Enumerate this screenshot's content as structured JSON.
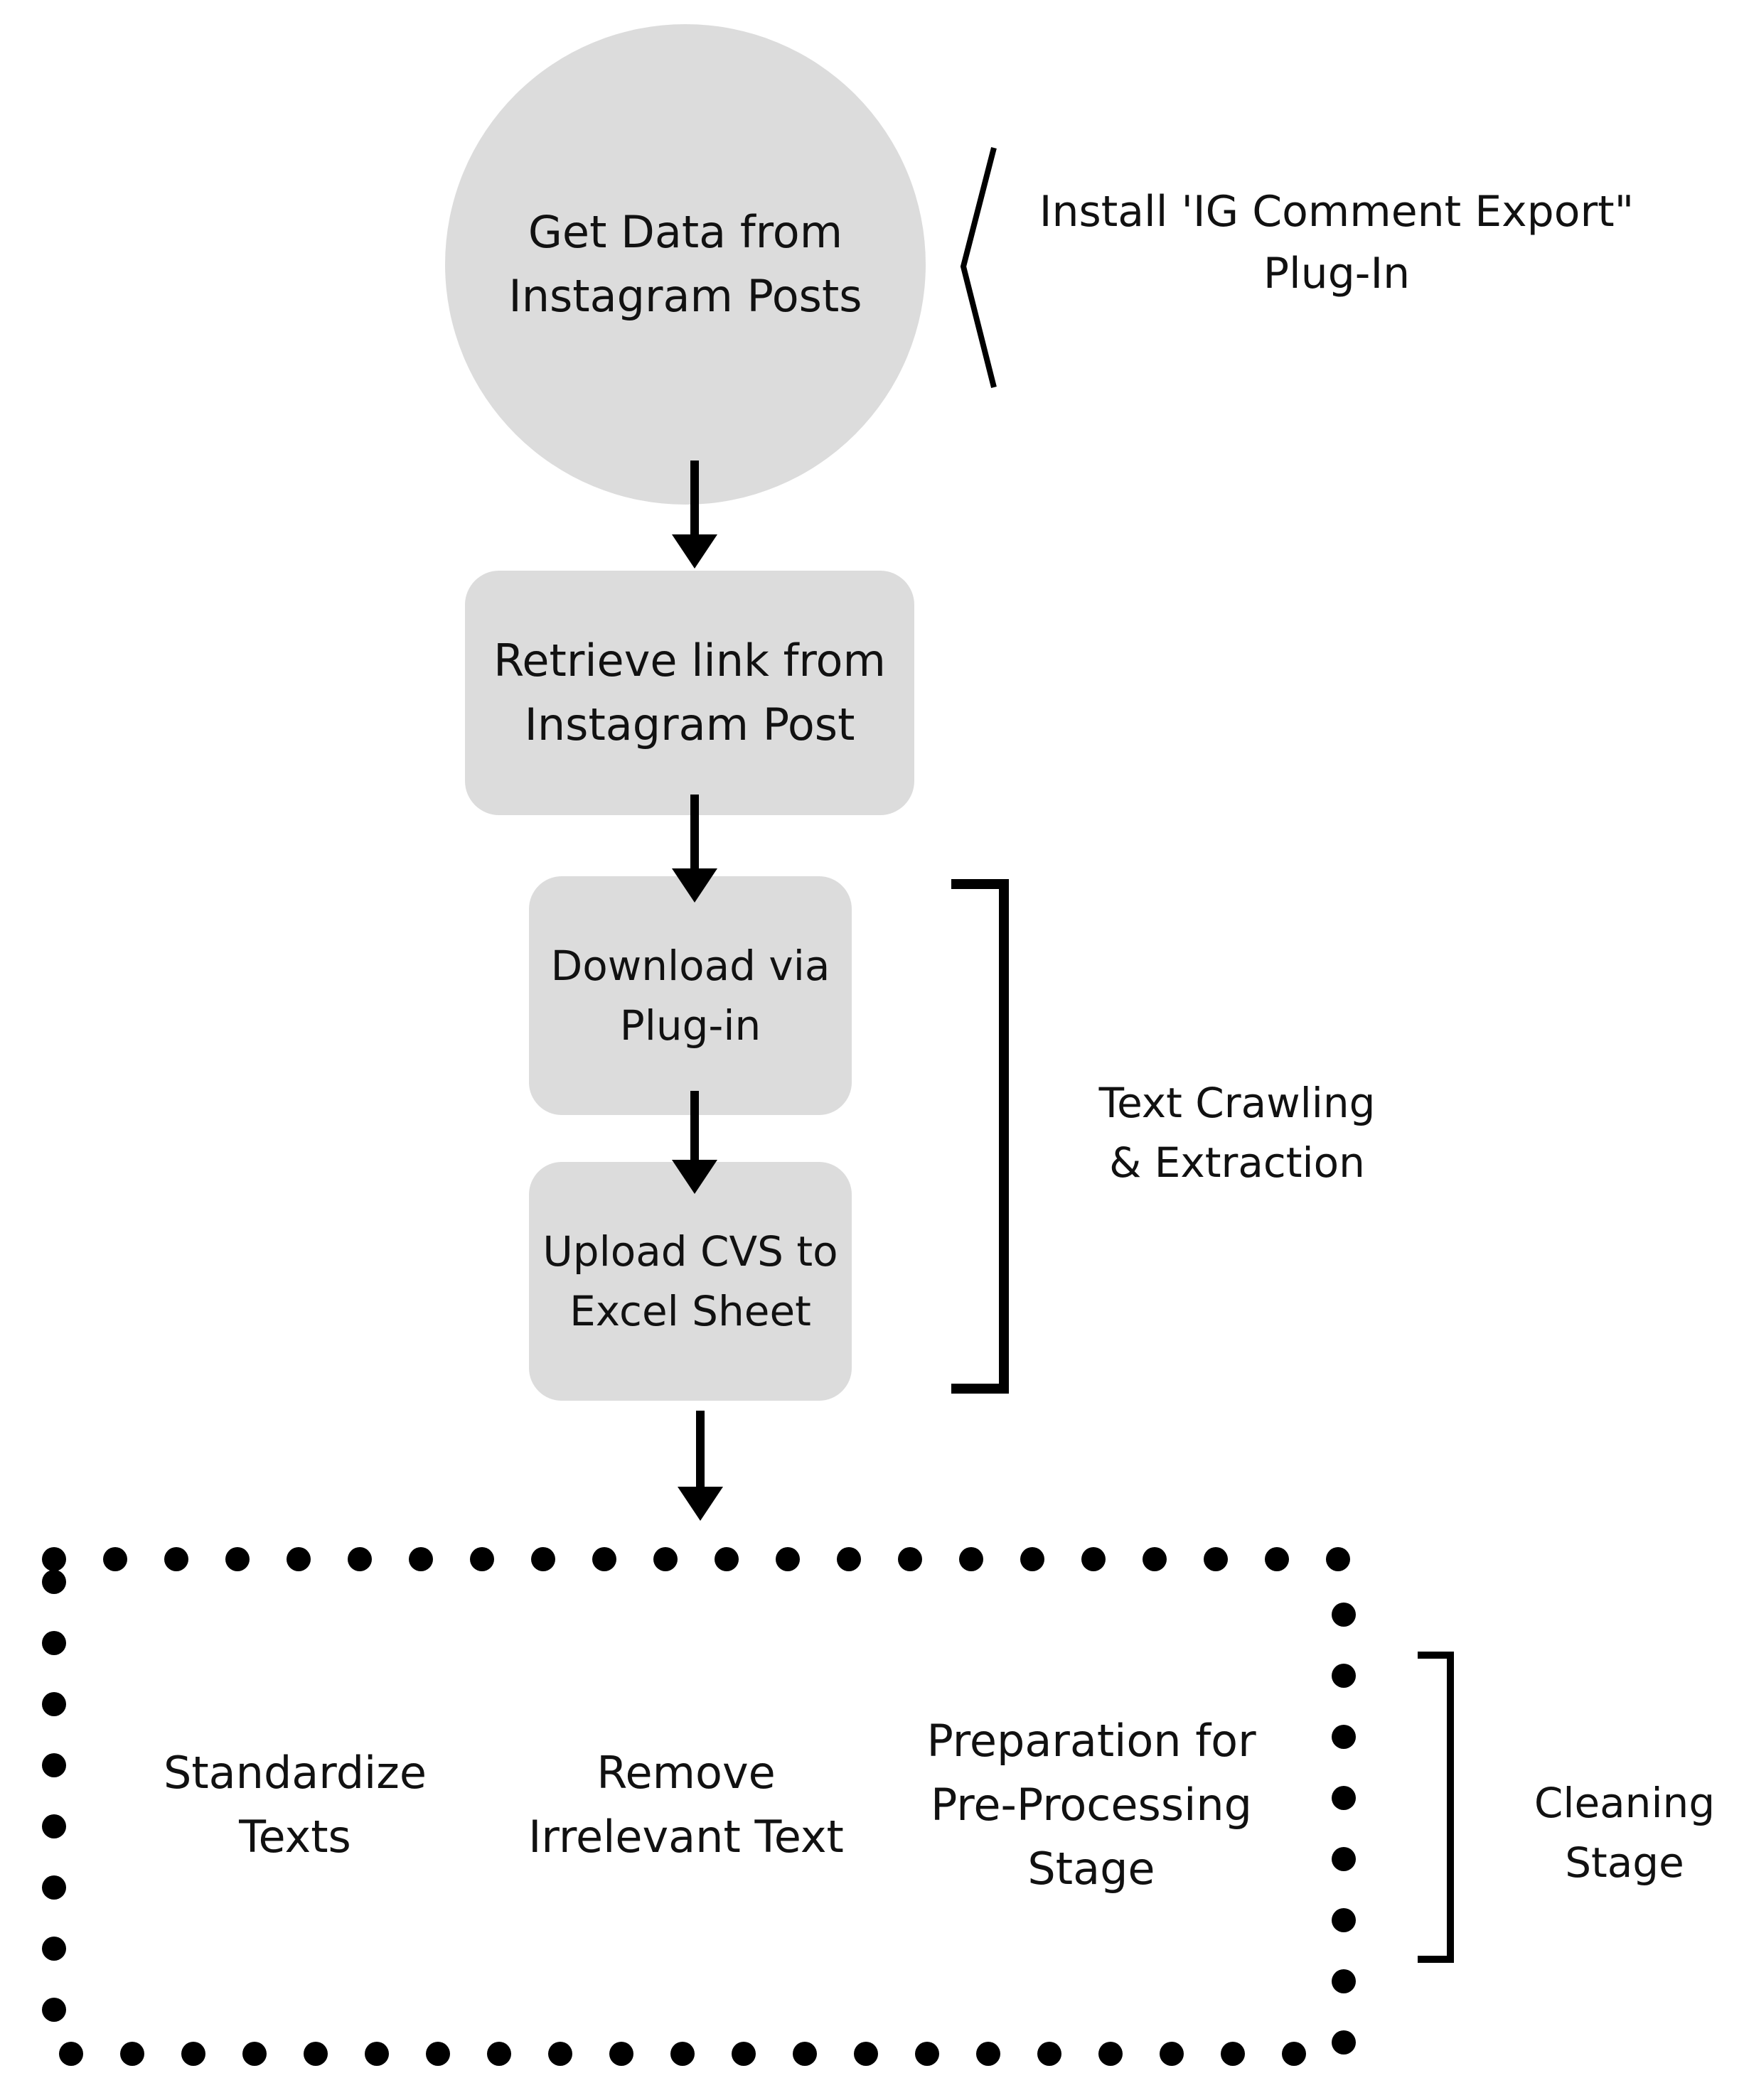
{
  "nodes": {
    "get_data": "Get Data from\nInstagram Posts",
    "retrieve_link": "Retrieve link from\nInstagram Post",
    "download": "Download via\nPlug-in",
    "upload": "Upload CVS to\nExcel Sheet"
  },
  "annotations": {
    "install_plugin": "Install 'IG Comment Export\"\nPlug-In",
    "text_crawling": "Text Crawling\n& Extraction",
    "cleaning_stage": "Cleaning\nStage"
  },
  "cleaning_steps": [
    "Standardize\nTexts",
    "Remove\nIrrelevant Text",
    "Preparation for\nPre-Processing\nStage"
  ],
  "colors": {
    "node_fill": "#dcdcdc",
    "stroke": "#000000",
    "text": "#111111"
  }
}
